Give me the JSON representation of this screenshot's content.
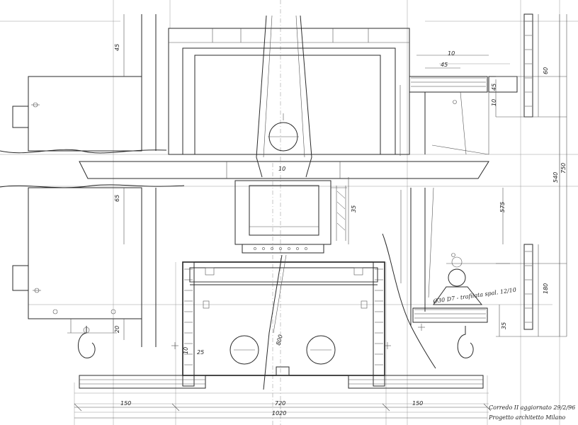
{
  "dimensions": {
    "d45_upper_left": "45",
    "d65_left": "65",
    "d10_top": "10",
    "d10_right_top": "10",
    "d45_right_top": "45",
    "d60_right": "60",
    "d540": "540",
    "d750": "750",
    "d575": "575",
    "d35": "35",
    "d25_bottom": "25",
    "d20_left": "20",
    "d10_bottom_left": "10",
    "d180_right": "180",
    "d35_right": "35",
    "d800": "800",
    "d150_left": "150",
    "d150_right": "150",
    "d720": "720",
    "d1020": "1020",
    "d45_r2": "45"
  },
  "annotations": {
    "inner_label": "Ø30 D7 - trafilata spal. 12/10",
    "revision_line1": "Corredo II  aggiornato 29/2/96",
    "revision_line2": "Progetto architetto Milano"
  }
}
